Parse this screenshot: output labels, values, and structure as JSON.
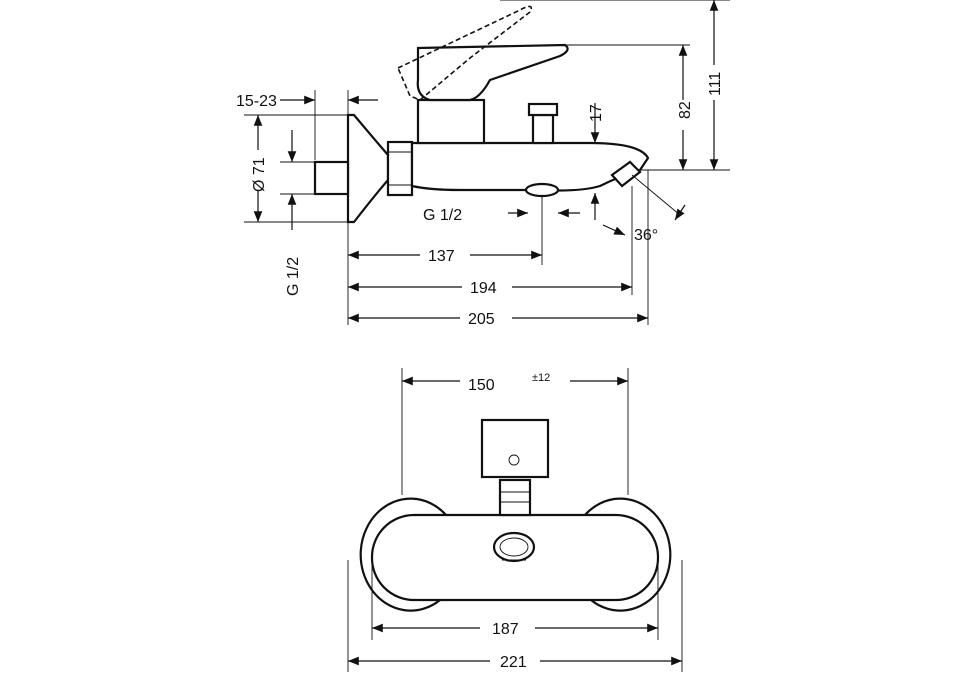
{
  "side_view": {
    "dim_15_23": "15-23",
    "dim_dia71": "Ø 71",
    "dim_g12_left": "G 1/2",
    "dim_g12_mid": "G 1/2",
    "dim_17": "17",
    "dim_36deg": "36°",
    "dim_82": "82",
    "dim_111": "111",
    "dim_137": "137",
    "dim_194": "194",
    "dim_205": "205"
  },
  "front_view": {
    "dim_150": "150",
    "dim_tolerance": "±12",
    "dim_187": "187",
    "dim_221": "221"
  }
}
